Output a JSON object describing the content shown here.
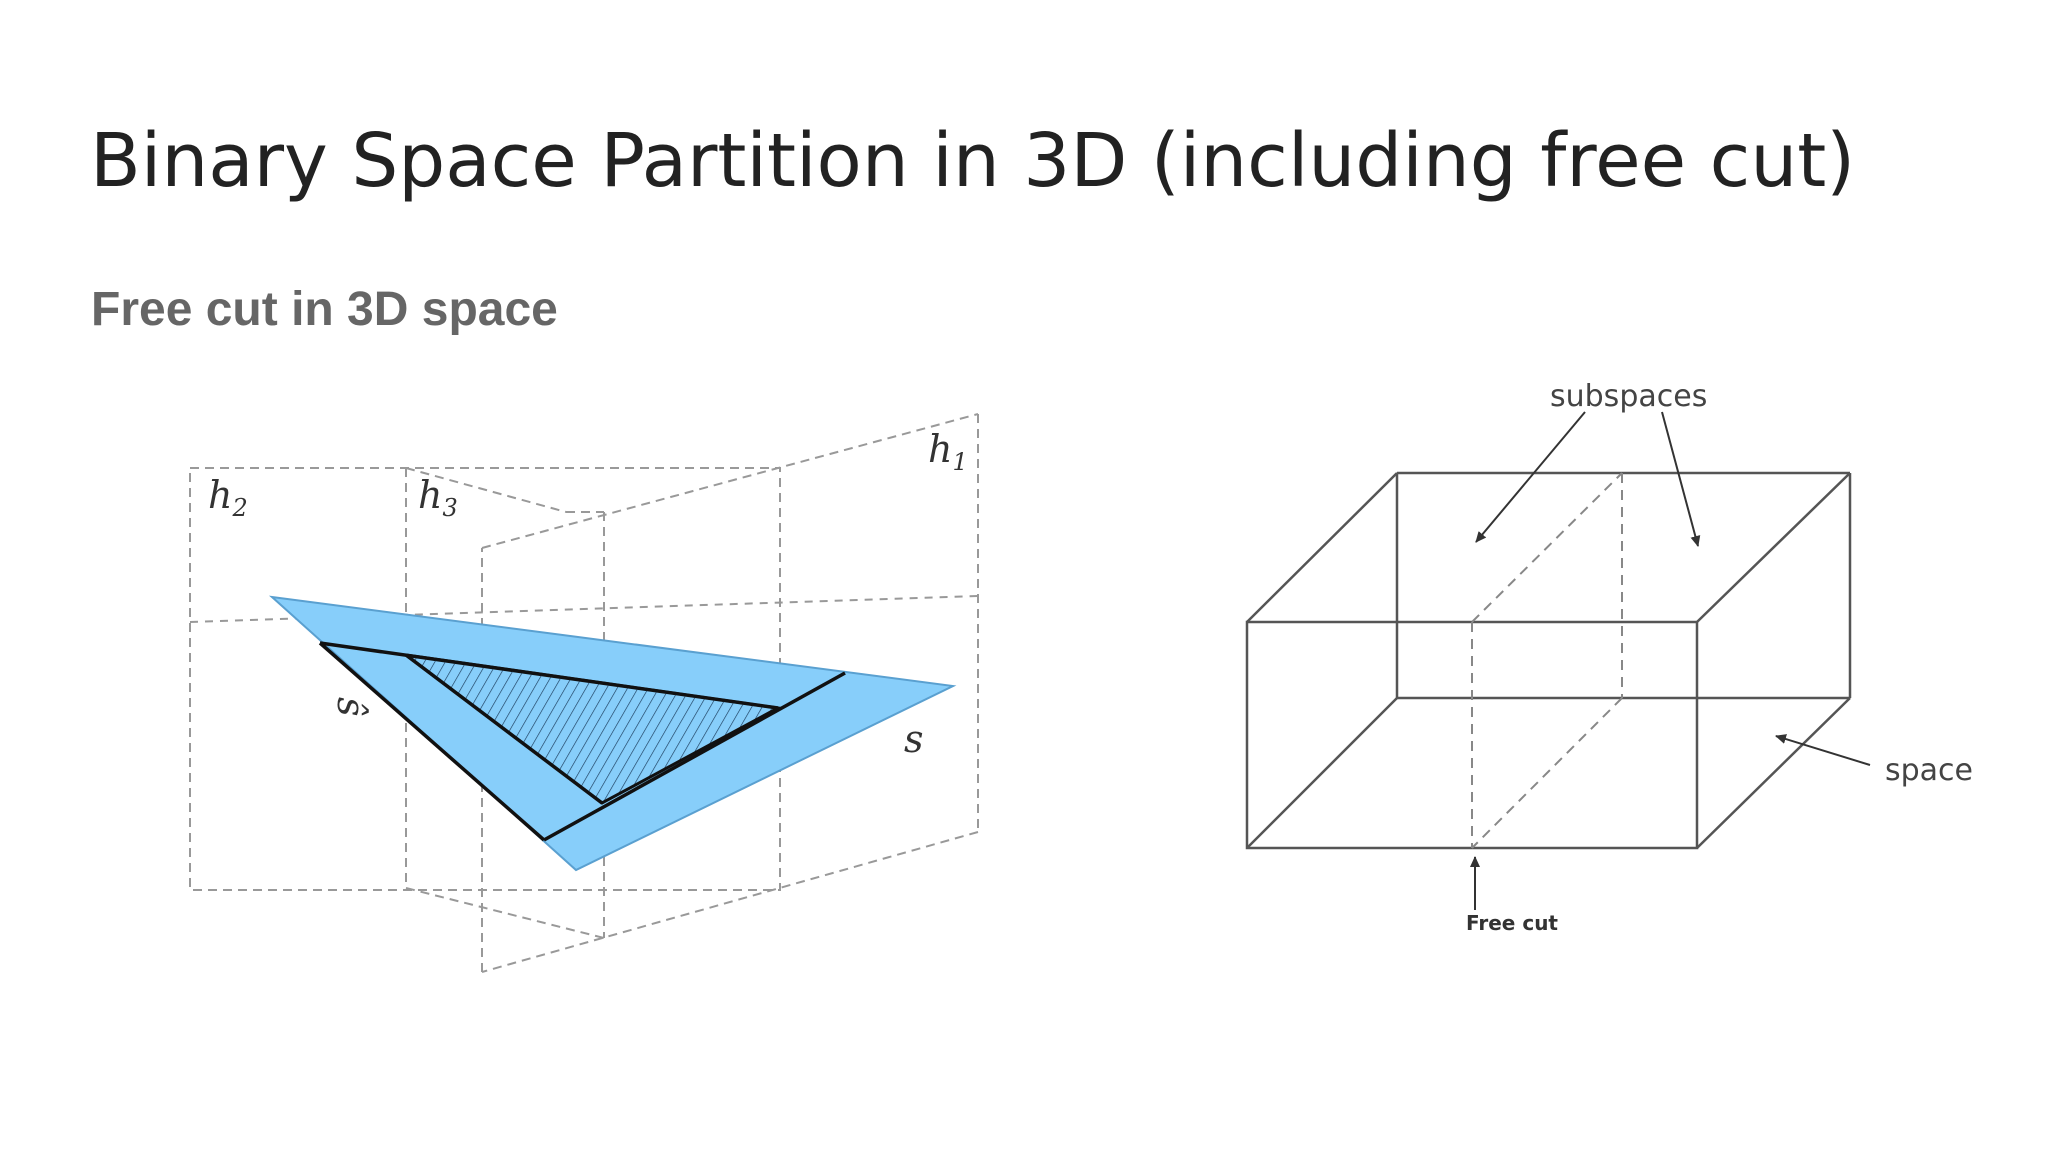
{
  "slide": {
    "title": "Binary Space Partition in 3D (including free cut)",
    "subtitle": "Free cut in 3D space"
  },
  "left_figure": {
    "labels": {
      "h1": {
        "base": "h",
        "sub": "1"
      },
      "h2": {
        "base": "h",
        "sub": "2"
      },
      "h3": {
        "base": "h",
        "sub": "3"
      },
      "s_hat": "ŝ",
      "s": "s"
    },
    "colors": {
      "triangle_fill": "#87cefa",
      "hatch": "#1a3a5a",
      "plane_dash": "#999999",
      "edge": "#111111"
    }
  },
  "right_figure": {
    "labels": {
      "subspaces": "subspaces",
      "space": "space",
      "free_cut": "Free cut"
    },
    "colors": {
      "box_edge": "#555555",
      "cut_dash": "#888888",
      "arrow": "#333333"
    }
  }
}
